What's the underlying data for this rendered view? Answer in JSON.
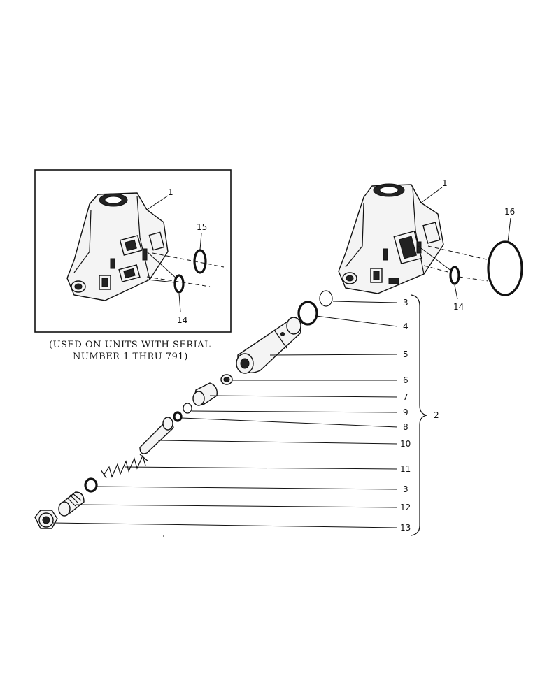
{
  "inset": {
    "caption_line1": "(USED ON UNITS WITH SERIAL",
    "caption_line2": "NUMBER 1 THRU 791)",
    "labels": {
      "body": "1",
      "oring_upper": "15",
      "oring_lower": "14"
    }
  },
  "main": {
    "labels": {
      "body": "1",
      "large_ring": "16",
      "small_ring": "14",
      "assembly": "2",
      "callouts": [
        "3",
        "4",
        "5",
        "6",
        "7",
        "9",
        "8",
        "10",
        "11",
        "3",
        "12",
        "13"
      ]
    }
  }
}
